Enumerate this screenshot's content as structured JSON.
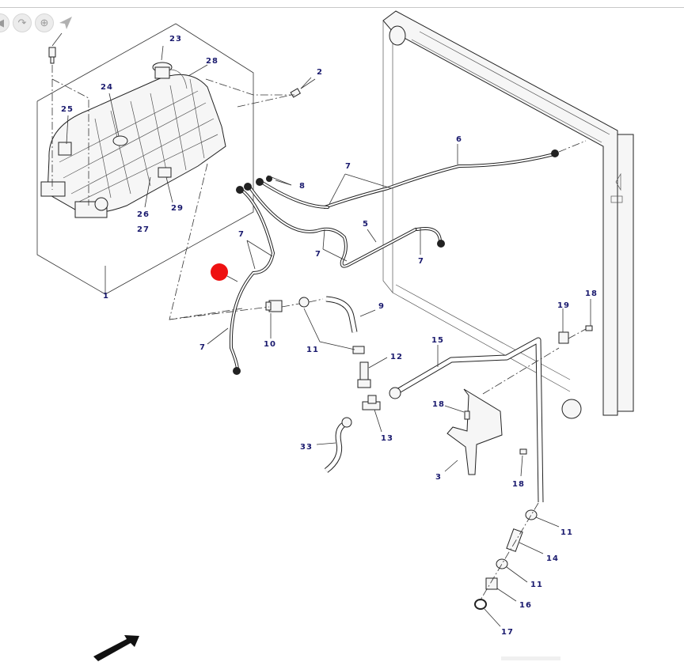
{
  "toolbar": {
    "buttons": [
      {
        "name": "back-button",
        "icon": "back-arrow-icon",
        "glyph": "◀"
      },
      {
        "name": "redo-button",
        "icon": "redo-arrow-icon",
        "glyph": "↷"
      },
      {
        "name": "pan-button",
        "icon": "crosshair-icon",
        "glyph": "⊕"
      },
      {
        "name": "select-button",
        "icon": "pointer-arrow-icon",
        "glyph": "➤"
      }
    ]
  },
  "diagram": {
    "title": "Cooling system - expansion tank, radiator and hoses exploded view",
    "highlight_color": "#ee1111",
    "callout_color": "#1a1a6e",
    "callouts": [
      {
        "id": "c1",
        "label": "1"
      },
      {
        "id": "c2",
        "label": "2"
      },
      {
        "id": "c3",
        "label": "3"
      },
      {
        "id": "c5",
        "label": "5"
      },
      {
        "id": "c6",
        "label": "6"
      },
      {
        "id": "c7a",
        "label": "7"
      },
      {
        "id": "c7b",
        "label": "7"
      },
      {
        "id": "c7c",
        "label": "7"
      },
      {
        "id": "c7d",
        "label": "7"
      },
      {
        "id": "c7e",
        "label": "7"
      },
      {
        "id": "c8",
        "label": "8"
      },
      {
        "id": "c9",
        "label": "9"
      },
      {
        "id": "c10",
        "label": "10"
      },
      {
        "id": "c11a",
        "label": "11"
      },
      {
        "id": "c11b",
        "label": "11"
      },
      {
        "id": "c11c",
        "label": "11"
      },
      {
        "id": "c12",
        "label": "12"
      },
      {
        "id": "c13",
        "label": "13"
      },
      {
        "id": "c14",
        "label": "14"
      },
      {
        "id": "c15",
        "label": "15"
      },
      {
        "id": "c16",
        "label": "16"
      },
      {
        "id": "c17",
        "label": "17"
      },
      {
        "id": "c18a",
        "label": "18"
      },
      {
        "id": "c18b",
        "label": "18"
      },
      {
        "id": "c18c",
        "label": "18"
      },
      {
        "id": "c19",
        "label": "19"
      },
      {
        "id": "c23",
        "label": "23"
      },
      {
        "id": "c24",
        "label": "24"
      },
      {
        "id": "c25",
        "label": "25"
      },
      {
        "id": "c26",
        "label": "26"
      },
      {
        "id": "c27",
        "label": "27"
      },
      {
        "id": "c28",
        "label": "28"
      },
      {
        "id": "c29",
        "label": "29"
      },
      {
        "id": "c33",
        "label": "33"
      }
    ]
  }
}
